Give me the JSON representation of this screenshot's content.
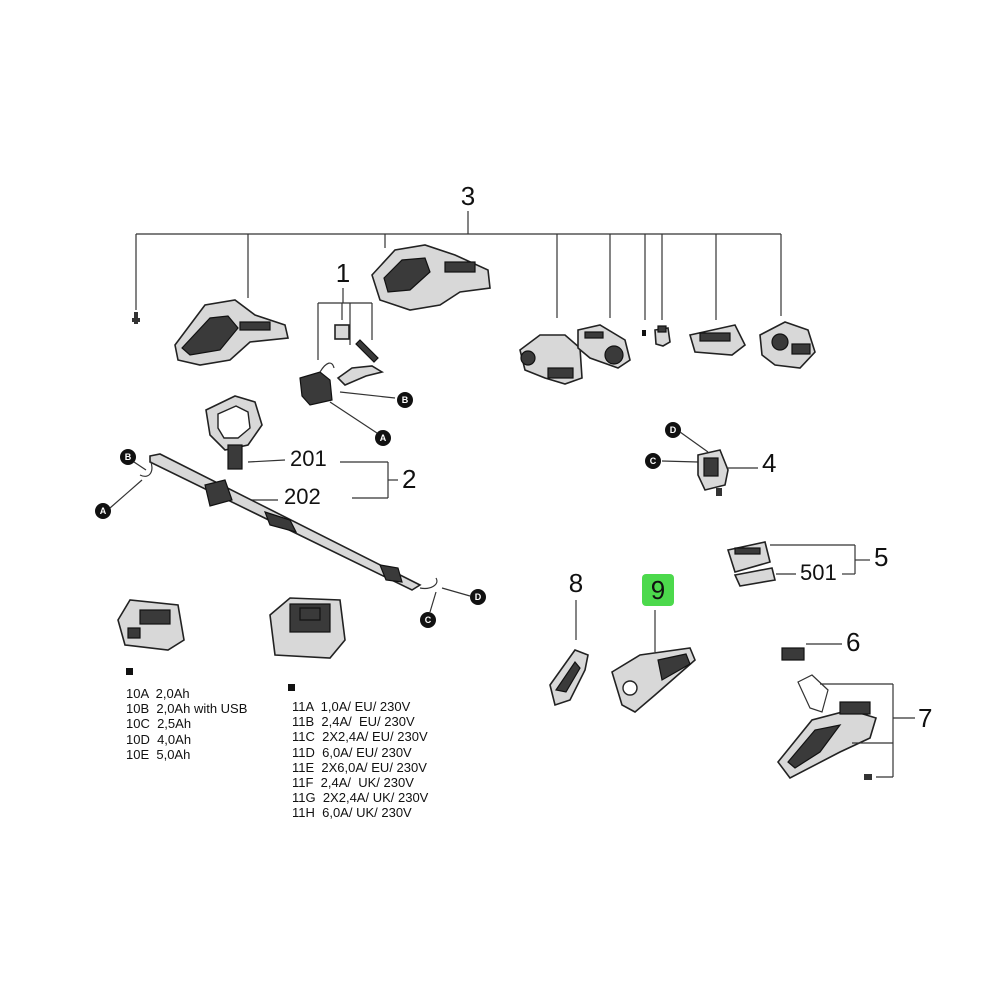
{
  "callouts": {
    "c1": "1",
    "c2": "2",
    "c3": "3",
    "c4": "4",
    "c5": "5",
    "c6": "6",
    "c7": "7",
    "c8": "8",
    "c9": "9",
    "c201": "201",
    "c202": "202",
    "c501": "501"
  },
  "connectors": {
    "a": "A",
    "b": "B",
    "c": "C",
    "d": "D"
  },
  "battery_list": [
    "10A  2,0Ah",
    "10B  2,0Ah with USB",
    "10C  2,5Ah",
    "10D  4,0Ah",
    "10E  5,0Ah"
  ],
  "charger_list": [
    "11A  1,0A/ EU/ 230V",
    "11B  2,4A/  EU/ 230V",
    "11C  2X2,4A/ EU/ 230V",
    "11D  6,0A/ EU/ 230V",
    "11E  2X6,0A/ EU/ 230V",
    "11F  2,4A/  UK/ 230V",
    "11G  2X2,4A/ UK/ 230V",
    "11H  6,0A/ UK/ 230V"
  ],
  "highlight": {
    "part": "9",
    "color": "#4cd94c"
  }
}
